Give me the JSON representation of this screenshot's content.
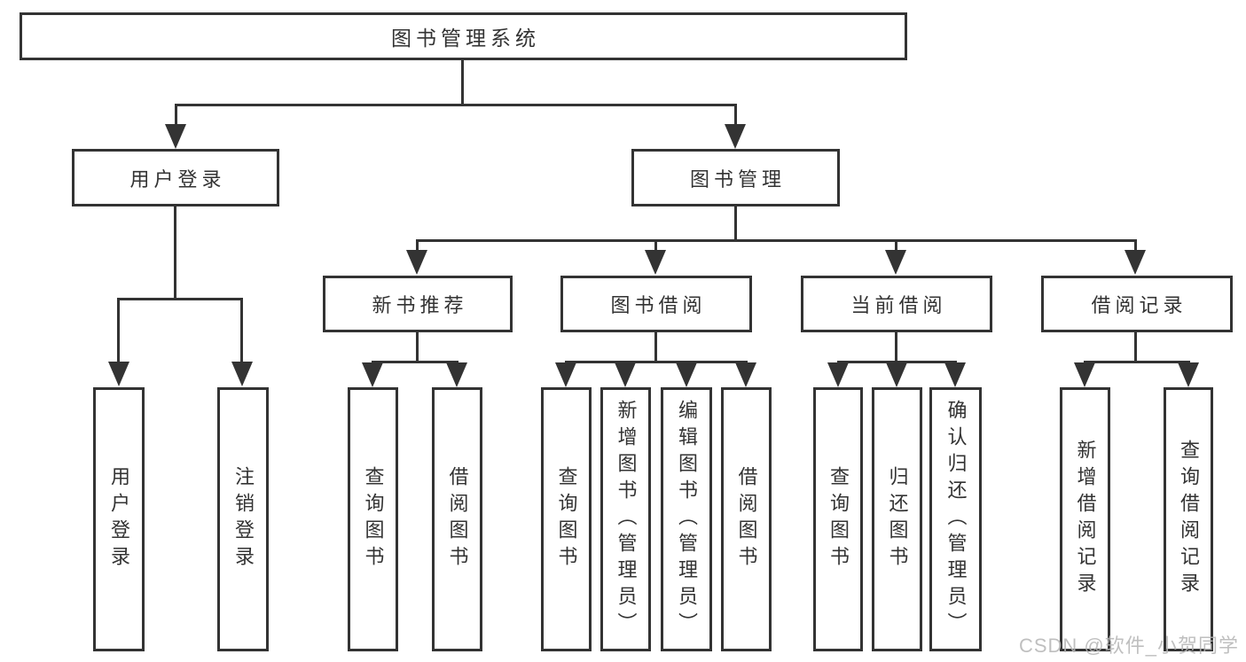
{
  "root": {
    "label": "图书管理系统"
  },
  "level2": [
    {
      "id": "user-login",
      "label": "用户登录",
      "parent": "图书管理系统"
    },
    {
      "id": "book-management",
      "label": "图书管理",
      "parent": "图书管理系统"
    }
  ],
  "level3": [
    {
      "id": "new-book-recommendation",
      "label": "新书推荐",
      "parent": "图书管理"
    },
    {
      "id": "book-borrowing",
      "label": "图书借阅",
      "parent": "图书管理"
    },
    {
      "id": "current-borrowing",
      "label": "当前借阅",
      "parent": "图书管理"
    },
    {
      "id": "borrowing-records",
      "label": "借阅记录",
      "parent": "图书管理"
    }
  ],
  "leaves": [
    {
      "label": "用户登录",
      "parent": "用户登录"
    },
    {
      "label": "注销登录",
      "parent": "用户登录"
    },
    {
      "label": "查询图书",
      "parent": "新书推荐"
    },
    {
      "label": "借阅图书",
      "parent": "新书推荐"
    },
    {
      "label": "查询图书",
      "parent": "图书借阅"
    },
    {
      "label": "新增图书（管理员）",
      "parent": "图书借阅"
    },
    {
      "label": "编辑图书（管理员）",
      "parent": "图书借阅"
    },
    {
      "label": "借阅图书",
      "parent": "图书借阅"
    },
    {
      "label": "查询图书",
      "parent": "当前借阅"
    },
    {
      "label": "归还图书",
      "parent": "当前借阅"
    },
    {
      "label": "确认归还（管理员）",
      "parent": "当前借阅"
    },
    {
      "label": "新增借阅记录",
      "parent": "借阅记录"
    },
    {
      "label": "查询借阅记录",
      "parent": "借阅记录"
    }
  ],
  "watermark": {
    "text": "CSDN @软件_小贺同学"
  },
  "colors": {
    "line": "#333333",
    "text": "#333333",
    "background": "#ffffff",
    "watermark": "#b5b5b5"
  }
}
